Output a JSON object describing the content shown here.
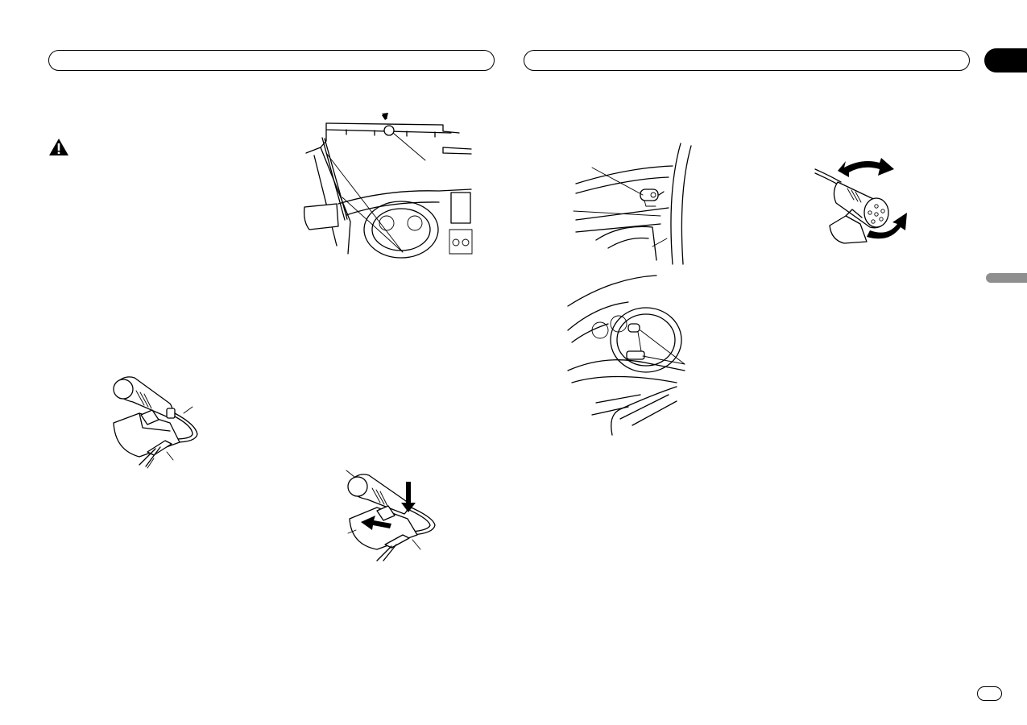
{
  "page": {
    "header_left": "",
    "header_right": "",
    "chapter_tab": "",
    "side_tab": "",
    "language_badge": ""
  },
  "figures": [
    {
      "id": "windshield-cable-routing"
    },
    {
      "id": "dashboard-mounting"
    },
    {
      "id": "mic-angle-adjust"
    },
    {
      "id": "steering-column-mounting"
    },
    {
      "id": "mic-clip-attach"
    },
    {
      "id": "mic-clip-remove"
    }
  ],
  "icons": {
    "caution": "warning-triangle-icon",
    "arrows": "arrow-icon"
  },
  "colors": {
    "ink": "#000000",
    "paper": "#ffffff",
    "side_tab": "#8f8f8f"
  }
}
